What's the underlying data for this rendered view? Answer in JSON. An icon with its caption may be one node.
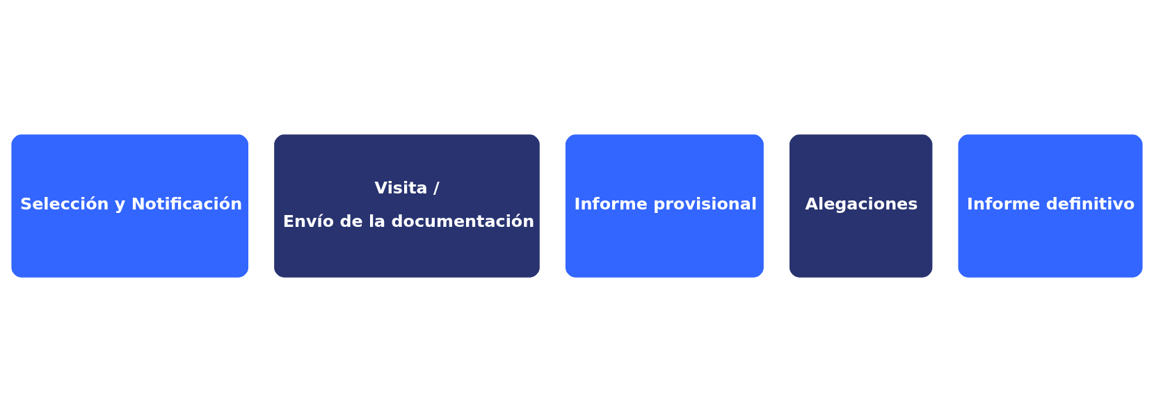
{
  "diagram": {
    "nodes": [
      {
        "text": [
          "Selección y Notificación"
        ]
      },
      {
        "text": [
          "Visita /",
          "Envío de la documentación"
        ]
      },
      {
        "text": [
          "Informe provisional"
        ]
      },
      {
        "text": [
          "Alegaciones"
        ]
      },
      {
        "text": [
          "Informe definitivo"
        ]
      }
    ]
  }
}
